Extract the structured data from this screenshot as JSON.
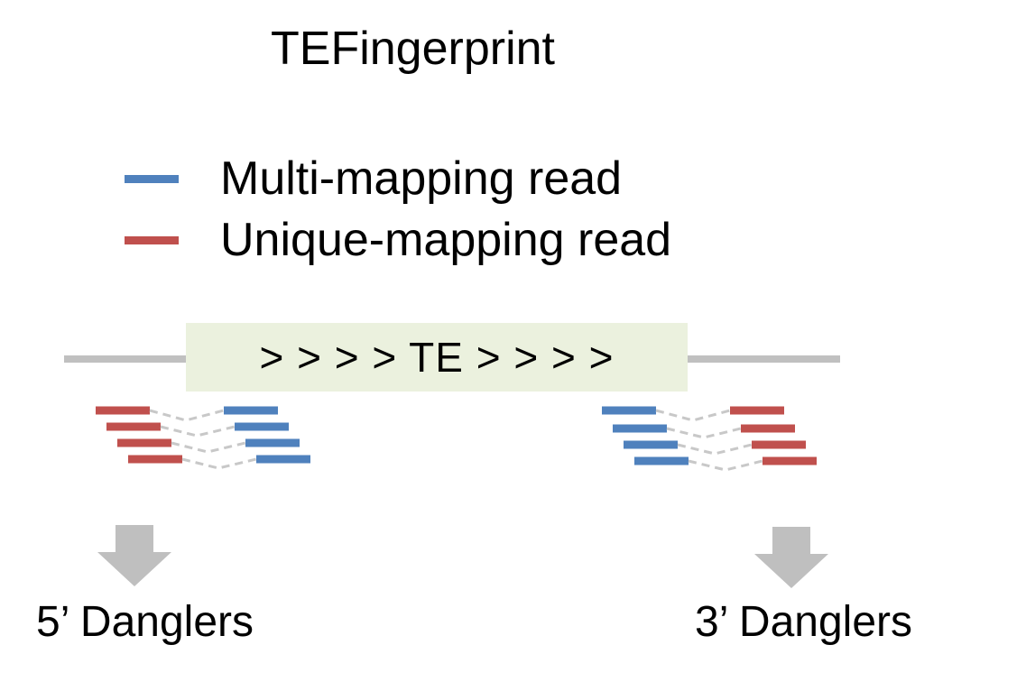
{
  "title": "TEFingerprint",
  "legend": {
    "multi": {
      "label": "Multi-mapping read",
      "color": "#4f81bd"
    },
    "unique": {
      "label": "Unique-mapping read",
      "color": "#c0504d"
    }
  },
  "te_element": {
    "label": "> > > > TE > > > >",
    "fill": "#ebf1de"
  },
  "genome_line_color": "#c0c0c0",
  "link_color": "#c8c8c8",
  "arrow_color": "#bfbfbf",
  "danglers": {
    "five_prime": {
      "label": "5’ Danglers"
    },
    "three_prime": {
      "label": "3’ Danglers"
    }
  }
}
